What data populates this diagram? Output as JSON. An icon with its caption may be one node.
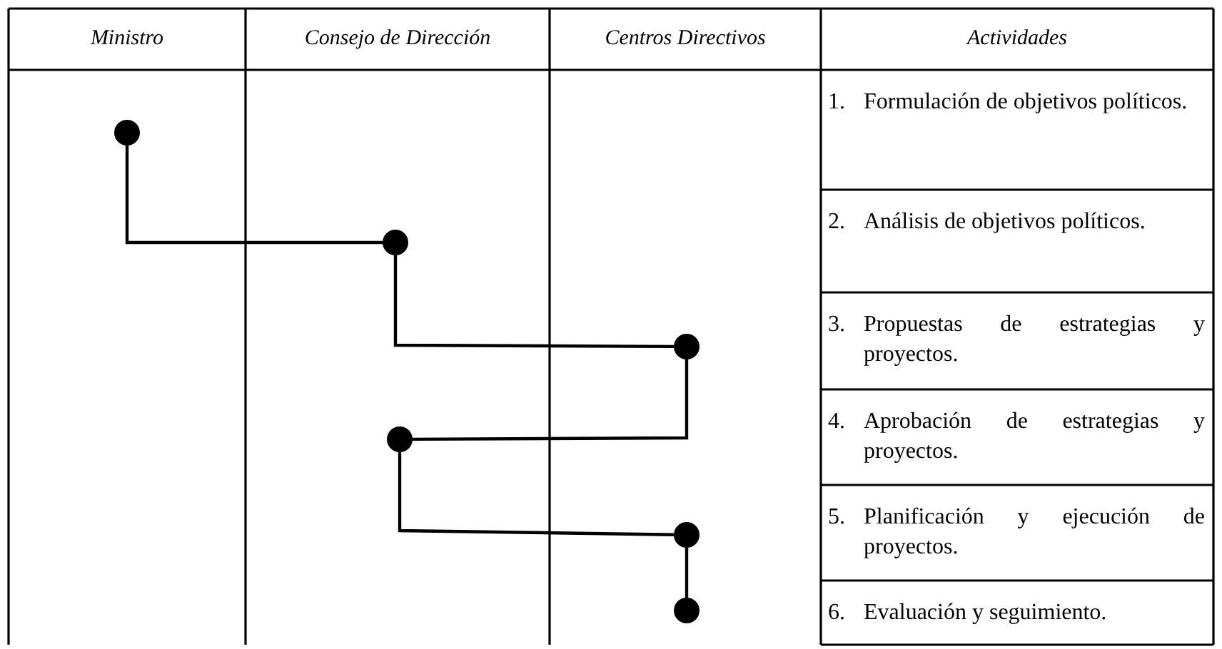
{
  "diagram": {
    "nodes": [
      {
        "text": [],
        "shape": "circle"
      },
      {
        "text": [],
        "shape": "circle"
      },
      {
        "text": [],
        "shape": "circle"
      },
      {
        "text": [],
        "shape": "circle"
      },
      {
        "text": [],
        "shape": "circle"
      },
      {
        "text": [],
        "shape": "circle"
      }
    ],
    "edges": [
      {
        "from": 0,
        "to": 1,
        "arrow": "none"
      },
      {
        "from": 1,
        "to": 2,
        "arrow": "none"
      },
      {
        "from": 2,
        "to": 3,
        "arrow": "none"
      },
      {
        "from": 3,
        "to": 4,
        "arrow": "none"
      },
      {
        "from": 4,
        "to": 5,
        "arrow": "none"
      }
    ],
    "labels": [
      "Ministro",
      "Consejo de Dirección",
      "Centros Directivos",
      "Actividades",
      "1.",
      "Formulación de objetivos políticos.",
      "2.",
      "Análisis de objetivos políticos.",
      "3.",
      "Propuestas de estrategias y proyectos.",
      "4.",
      "Aprobación de estrategias y proyectos.",
      "5.",
      "Planificación y ejecución de proyectos.",
      "6.",
      "Evaluación y seguimiento."
    ]
  }
}
